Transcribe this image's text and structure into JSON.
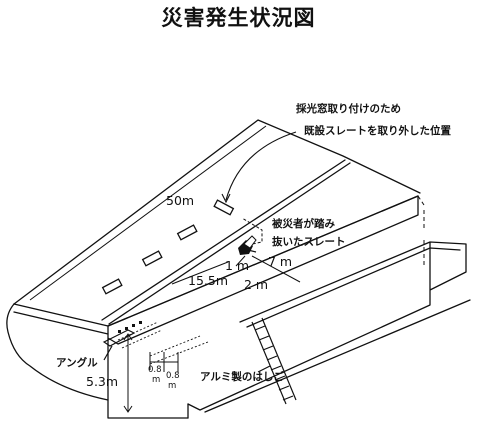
{
  "title": "災害発生状況図",
  "annotations": {
    "skylight_line1": "採光窓取り付けのため",
    "skylight_line2": "既設スレートを取り外した位置",
    "victim_line1": "被災者が踏み",
    "victim_line2": "抜いたスレート",
    "angle": "アングル",
    "ladder": "アルミ製のはしご"
  },
  "dimensions": {
    "length_50": "50m",
    "d_1m": "1 m",
    "d_7m": "7 m",
    "d_15_5": "15.5m",
    "d_2m": "2 m",
    "height_5_3": "5.3m",
    "d_0_8a": "0.8",
    "d_0_8b": "0.8",
    "unit_m_a": "m",
    "unit_m_b": "m"
  },
  "icons": {
    "victim": "falling-person-icon"
  }
}
